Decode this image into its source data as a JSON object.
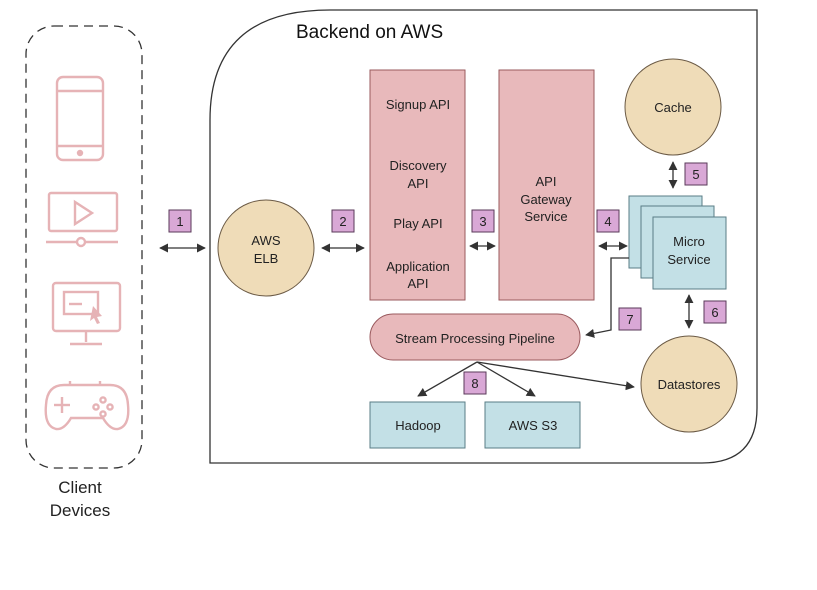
{
  "diagram": {
    "backend_title": "Backend on AWS",
    "client_label_line1": "Client",
    "client_label_line2": "Devices",
    "nodes": {
      "elb_line1": "AWS",
      "elb_line2": "ELB",
      "signup_api": "Signup API",
      "discovery_line1": "Discovery",
      "discovery_line2": "API",
      "play_api": "Play API",
      "application_line1": "Application",
      "application_line2": "API",
      "gateway_line1": "API",
      "gateway_line2": "Gateway",
      "gateway_line3": "Service",
      "cache": "Cache",
      "micro_line1": "Micro",
      "micro_line2": "Service",
      "stream": "Stream Processing Pipeline",
      "datastores": "Datastores",
      "hadoop": "Hadoop",
      "s3": "AWS S3"
    },
    "steps": [
      "1",
      "2",
      "3",
      "4",
      "5",
      "6",
      "7",
      "8"
    ],
    "icons": [
      "smartphone-icon",
      "video-player-icon",
      "computer-monitor-icon",
      "game-controller-icon"
    ],
    "colors": {
      "api_box": "#e8b9bb",
      "api_border": "#9a5a5e",
      "circle": "#efdcb8",
      "circle_border": "#6b5a45",
      "storage_box": "#c3e0e6",
      "storage_border": "#5a7d86",
      "badge": "#d9a8d6",
      "badge_border": "#5a3a5a",
      "device_icon": "#e6b3b6",
      "line": "#333333"
    }
  }
}
